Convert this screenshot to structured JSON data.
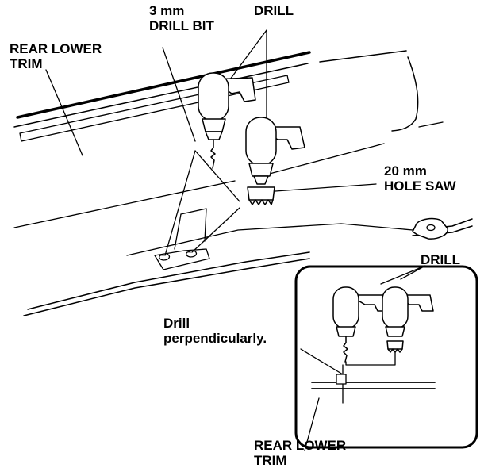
{
  "labels": {
    "drill_bit": [
      "3 mm",
      "DRILL BIT"
    ],
    "drill_top": "DRILL",
    "rear_lower_trim_top": [
      "REAR LOWER",
      "TRIM"
    ],
    "hole_saw": [
      "20 mm",
      "HOLE SAW"
    ],
    "drill_inset": "DRILL",
    "drill_perpendicularly": [
      "Drill",
      "perpendicularly."
    ],
    "rear_lower_trim_bottom": [
      "REAR LOWER",
      "TRIM"
    ]
  },
  "colors": {
    "ink": "#000000",
    "paper": "#ffffff"
  }
}
